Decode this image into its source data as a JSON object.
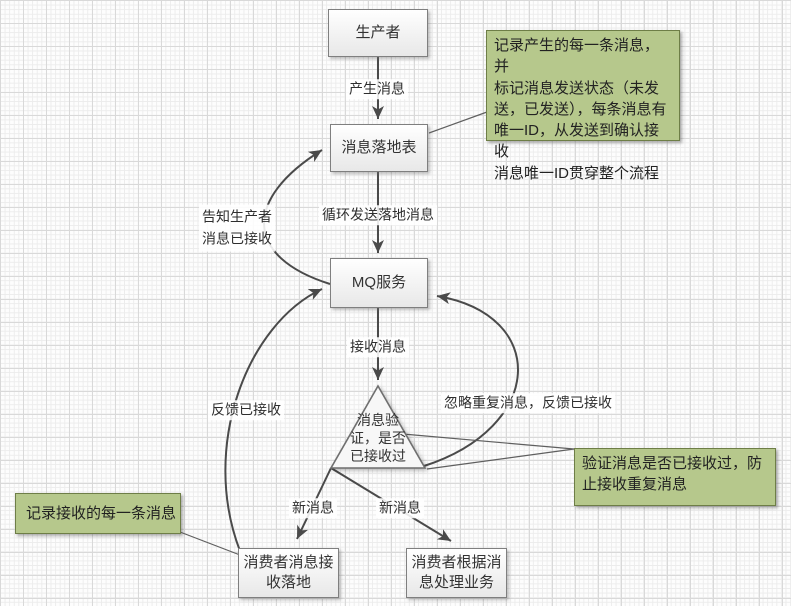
{
  "diagram": {
    "nodes": {
      "producer": {
        "label": "生产者"
      },
      "landing_table": {
        "label": "消息落地表"
      },
      "mq_service": {
        "label": "MQ服务"
      },
      "verify": {
        "label": [
          "消息验",
          "证，是否",
          "已接收过"
        ]
      },
      "consumer_receive": {
        "label": "消费者消息接收落地"
      },
      "consumer_process": {
        "label": "消费者根据消息处理业务"
      }
    },
    "edges": {
      "produce": {
        "label": "产生消息"
      },
      "loop_send": {
        "label": "循环发送落地消息"
      },
      "notify_producer": {
        "label": [
          "告知生产者",
          "消息已接收"
        ]
      },
      "receive": {
        "label": "接收消息"
      },
      "feedback": {
        "label": "反馈已接收"
      },
      "ignore_duplicate": {
        "label": "忽略重复消息，反馈已接收"
      },
      "new_message_1": {
        "label": "新消息"
      },
      "new_message_2": {
        "label": "新消息"
      }
    },
    "notes": {
      "record_produced": {
        "text": [
          "记录产生的每一条消息，并",
          "标记消息发送状态（未发",
          "送，已发送），每条消息有",
          "唯一ID，从发送到确认接收",
          "消息唯一ID贯穿整个流程"
        ]
      },
      "verify_received": {
        "text": [
          "验证消息是否已接收过，防",
          "止接收重复消息"
        ]
      },
      "record_received": {
        "text": "记录接收的每一条消息"
      }
    },
    "colors": {
      "note_fill": "#b6c88c",
      "note_border": "#6e7e47",
      "line": "#4a4a4a",
      "node_border": "#7f7f7f",
      "grid_minor": "#ececec",
      "grid_major": "#d9d9d9"
    }
  }
}
